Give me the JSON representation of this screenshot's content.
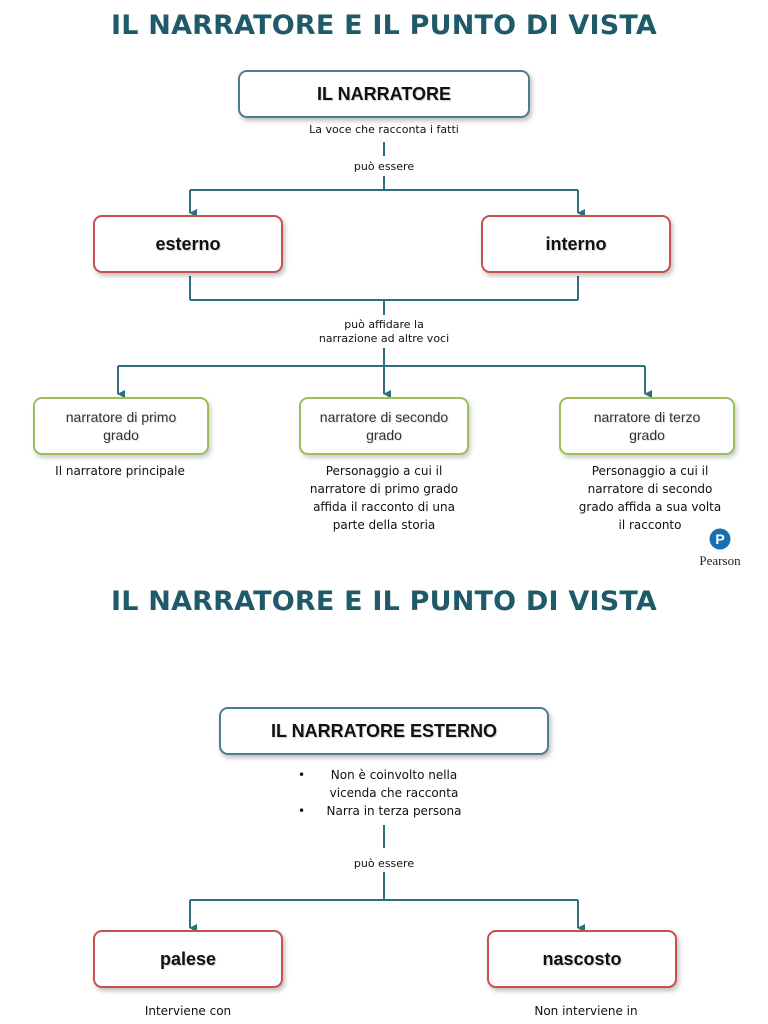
{
  "slide1": {
    "title": "IL NARRATORE E IL PUNTO DI VISTA",
    "root": {
      "label": "IL NARRATORE",
      "caption": "La voce che racconta i fatti"
    },
    "link1": "può essere",
    "types": [
      {
        "label": "esterno"
      },
      {
        "label": "interno"
      }
    ],
    "link2": "può affidare la\nnarrazione ad altre voci",
    "levels": [
      {
        "label": "narratore di primo\ngrado",
        "desc": "Il narratore principale"
      },
      {
        "label": "narratore di secondo\ngrado",
        "desc": "Personaggio a cui il\nnarratore di primo grado\naffida il racconto di una\nparte della storia"
      },
      {
        "label": "narratore di terzo\ngrado",
        "desc": "Personaggio a cui il\nnarratore di secondo\ngrado affida a sua volta\nil racconto"
      }
    ],
    "logo": {
      "text": "Pearson",
      "icon": "pearson-p-icon",
      "color": "#1a6fb0"
    }
  },
  "slide2": {
    "title": "IL NARRATORE E IL PUNTO DI VISTA",
    "root": {
      "label": "IL NARRATORE ESTERNO"
    },
    "bullets": [
      "Non è coinvolto nella\nvicenda che racconta",
      "Narra in terza persona"
    ],
    "link1": "può essere",
    "types": [
      {
        "label": "palese",
        "desc": "Interviene con"
      },
      {
        "label": "nascosto",
        "desc": "Non interviene in"
      }
    ]
  },
  "colors": {
    "title": "#1f5a6b",
    "connector": "#2f6f7f",
    "main_border": "#4b7f8d",
    "red_border": "#c9504f",
    "green_border": "#9bbf5a"
  }
}
